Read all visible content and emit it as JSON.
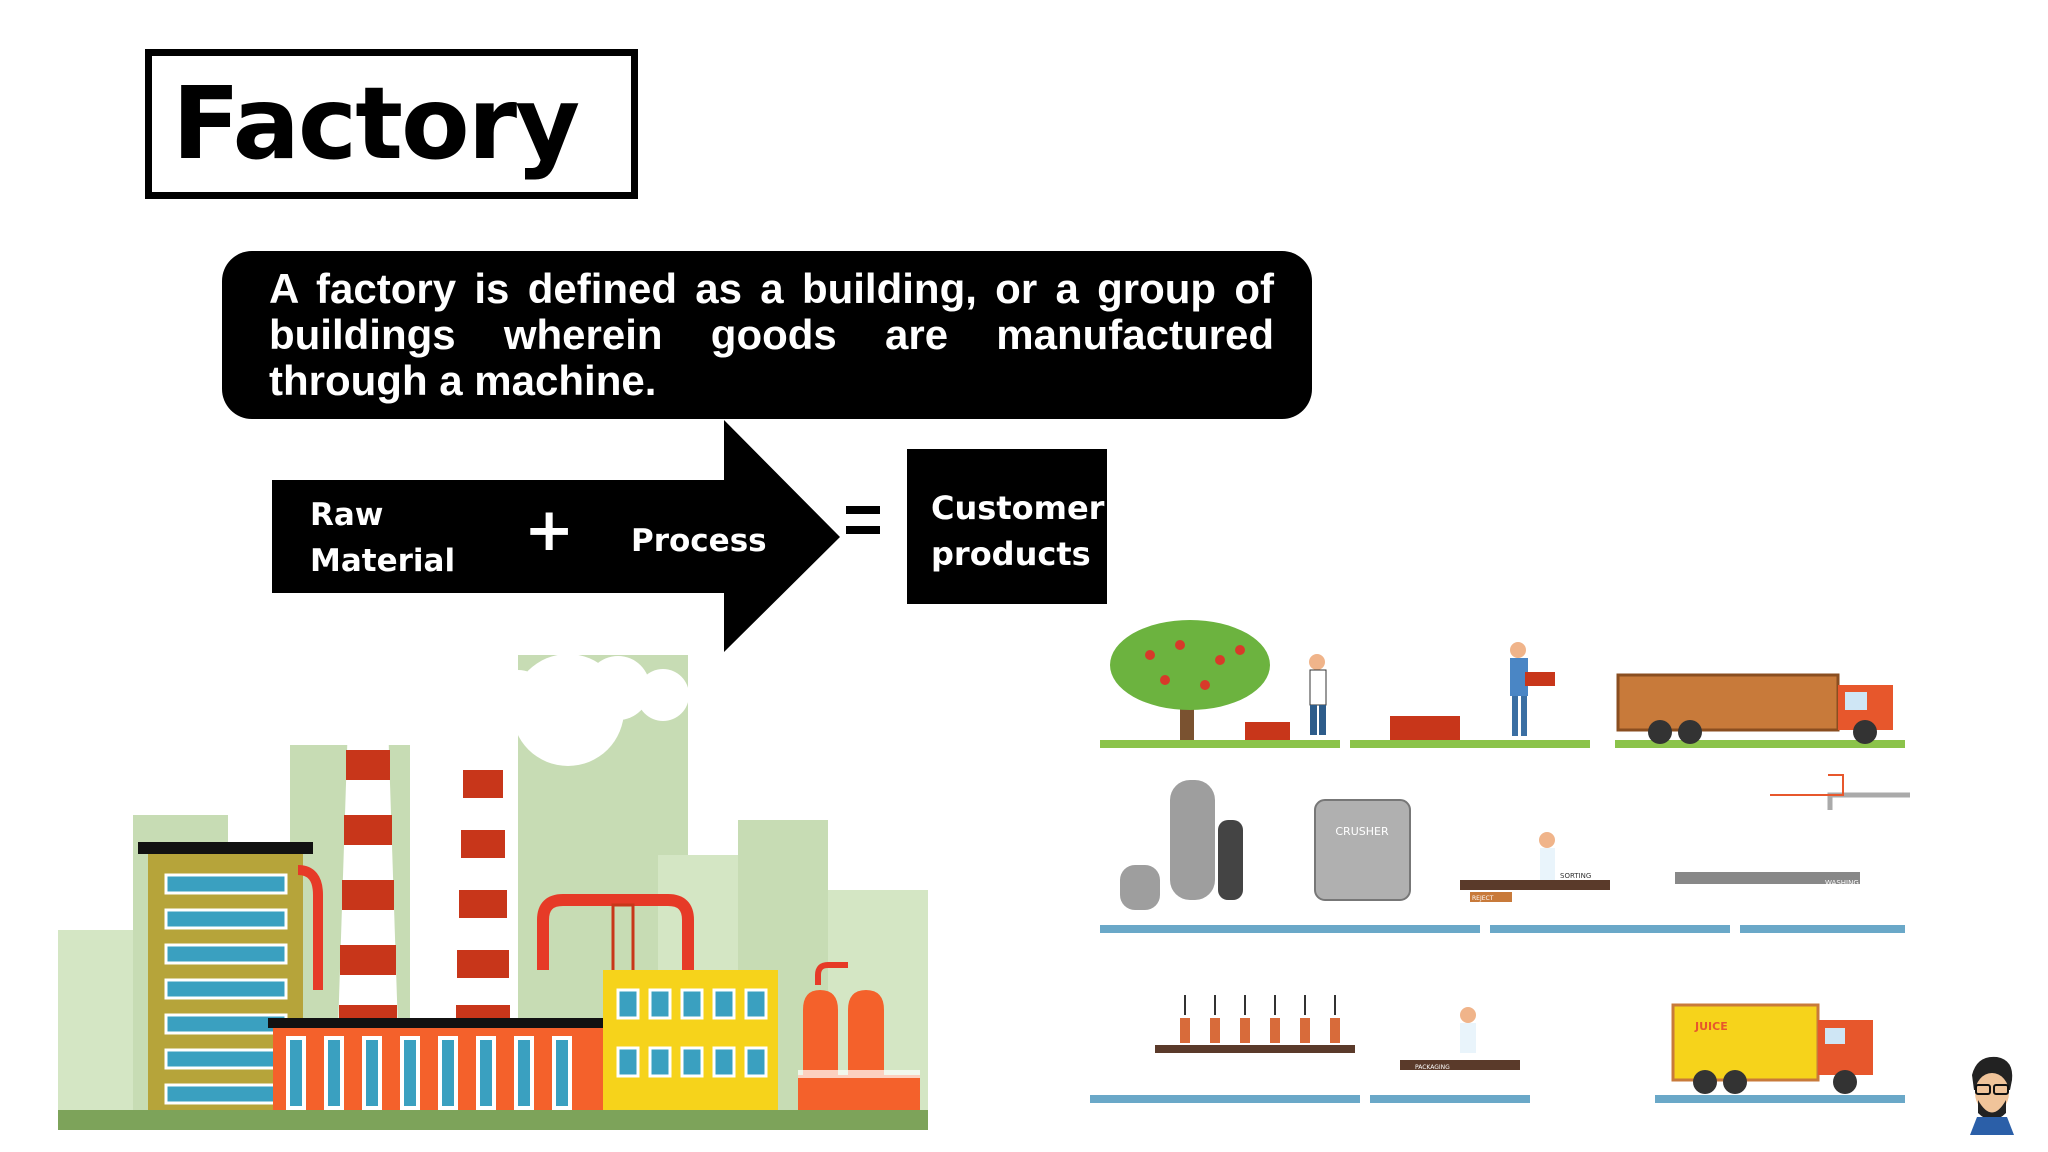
{
  "slide": {
    "title": "Factory",
    "definition": "A factory is defined as a building, or a group of buildings wherein goods are manufactured through a machine."
  },
  "equation": {
    "raw_material_line1": "Raw",
    "raw_material_line2": "Material",
    "plus": "+",
    "process": "Process",
    "customer_line1": "Customer",
    "customer_line2": "products"
  },
  "labels": {
    "crusher": "CRUSHER",
    "sorting": "SORTING",
    "washing": "WASHING",
    "packaging": "PACKAGING",
    "reject": "REJECT",
    "juice": "JUICE"
  },
  "icons": {
    "factory": "factory-illustration-icon",
    "juice_line": "juice-production-line-icon",
    "presenter": "presenter-avatar-icon"
  },
  "colors": {
    "black": "#000000",
    "factory_orange": "#f4612b",
    "factory_yellow": "#f6d31b",
    "factory_olive": "#b6a43a",
    "window_blue": "#3aa0c0",
    "chimney_red": "#c8361a",
    "background_green": "#c7dcb4",
    "truck_red": "#e7572c"
  }
}
